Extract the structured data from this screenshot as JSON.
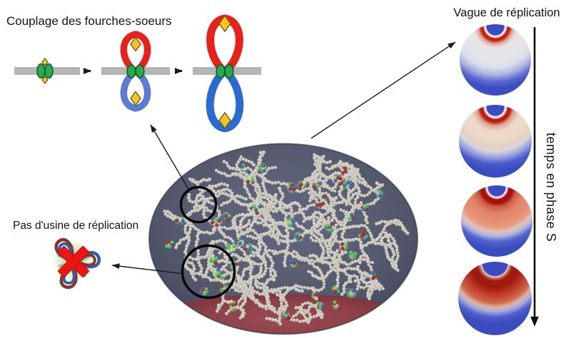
{
  "figure": {
    "palette": {
      "text-black": "#141414",
      "bar-gray": "#b5b5b5",
      "fork-red": "#e8211c",
      "fork-blue-light": "#5b7bd5",
      "fork-blue": "#2a6bcf",
      "fork-green": "#2aa84e",
      "fork-green-dark": "#0d5c28",
      "fork-yellow": "#f7c51e",
      "fork-yellow-dark": "#6b5a10",
      "arrow-black": "#1a1a1a",
      "x-red": "#ee1515",
      "x-red-dark": "#b50f0f",
      "loop-dark-red": "#8c3426",
      "loop-blue": "#2f5ea8",
      "spike-gray": "#b0b0b0",
      "glow-green": "#cdeab3",
      "coolwarm-blue": "#3b4cc0",
      "coolwarm-red": "#b40426",
      "nucleus-gray": "#585d72",
      "nucleolus-red": "#8e414a"
    },
    "fork_coupling": {
      "title": "Couplage des fourches-soeurs"
    },
    "no_factory": {
      "title": "Pas d'usine de réplication"
    },
    "nucleus": {
      "simulation": {
        "seed": 11,
        "chain_count": 85,
        "chain_min": 10,
        "chain_max": 36,
        "step": 4.3,
        "bead_radius": 2.4,
        "cluster_count": 46,
        "bead_color": "#c9c5ba",
        "cluster_colors": {
          "red": "#8f1f2b",
          "blue": "#3a55a8",
          "green": "#3fae52"
        },
        "glow_color": "#a9e88f"
      }
    },
    "replication_wave": {
      "title": "Vague de réplication",
      "time_axis_label": "temps en phase S",
      "spheres": [
        {
          "origin": "50% 3%",
          "gradient": "#3b4cc0 0px, #3b4cc0 12px, #eef0f4 13.5px, #f4f2f0 15px, #cf1d10 17px, #c42011 20px, #e2a392 24px, #e6e4e7 30px, #e4e4ea 48px, #dcdfe9 58px, #aab4e0 68px, #5a68ce 78px, #3d4ec5 86px, #3b4cc0 100px"
        },
        {
          "origin": "50% 3%",
          "gradient": "#3b4cc0 0px, #3b4cc0 12px, #f0eeee 13.5px, #f2ece6 15px, #c21a0e 17.5px, #b81c0f 21px, #dfa38e 26px, #ecd8cb 34px, #eed9c9 48px, #e6d0c4 56px, #dcd5dc 62px, #97a2dc 71px, #4c5bca 80px, #3b4cc0 90px"
        },
        {
          "origin": "50% 3%",
          "gradient": "#3b4cc0 0px, #3b4cc0 12px, #eeeef0 13px, #e8ded8 14.5px, #ae0d0e 17px, #a50f10 22px, #ca5a41 27px, #e08365 36px, #e58d72 48px, #e79a80 56px, #e3c3b4 62px, #b0b7e0 68px, #5463cc 76px, #3b4cc0 86px"
        },
        {
          "origin": "50% 2%",
          "gradient": "#3b4cc0 0px, #3b4cc0 17.5px, #ded7d4 19px, #cb7b66 21px, #a21b0f 25px, #9e1a0e 34px, #b93322 42px, #c8503a 50px, #cf6a50 56px, #dfb4a2 62px, #a3abdf 68px, #4f5ecb 76px, #3b4cc0 85px"
        }
      ]
    }
  }
}
